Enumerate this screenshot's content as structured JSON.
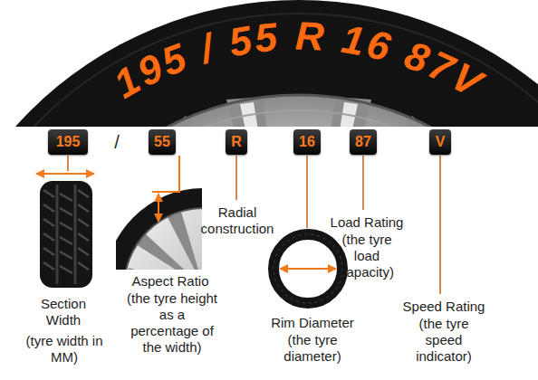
{
  "diagram": {
    "nodes": [
      {
        "text": [
          "195"
        ]
      },
      {
        "text": [
          "55"
        ]
      },
      {
        "text": [
          "R"
        ]
      },
      {
        "text": [
          "16"
        ]
      },
      {
        "text": [
          "87"
        ]
      },
      {
        "text": [
          "V"
        ]
      }
    ],
    "labels": [
      "195 / 55 R 16 87V",
      "/",
      "Section Width",
      "(tyre width in MM)",
      "Aspect Ratio",
      "(the tyre height as a percentage of the width)",
      "Radial construction",
      "Rim Diameter",
      "(the tyre diameter)",
      "Load Rating",
      "(the tyre load capacity)",
      "Speed Rating",
      "(the tyre speed indicator)"
    ]
  }
}
